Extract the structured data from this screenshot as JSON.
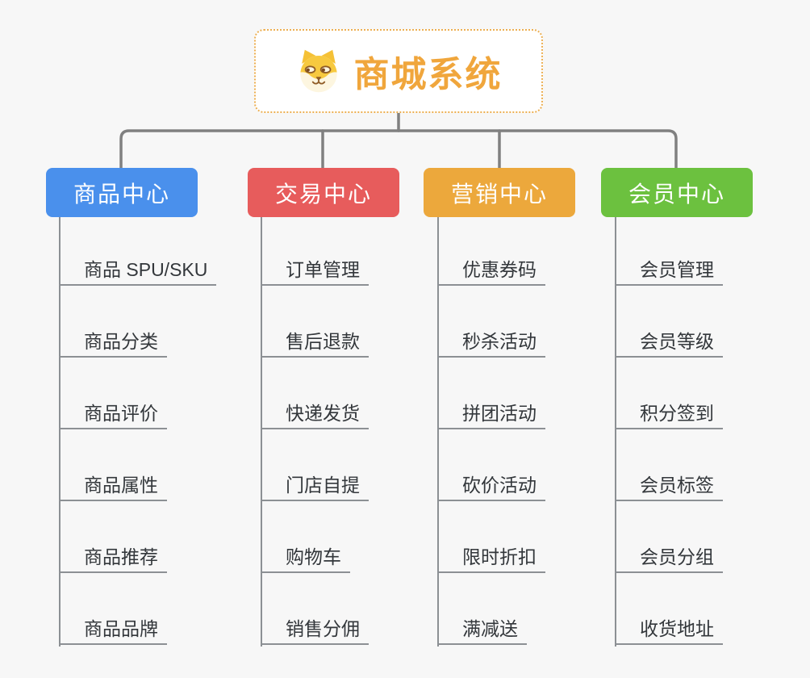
{
  "root": {
    "title": "商城系统",
    "icon": "dog-face-icon",
    "title_color": "#f0a63c",
    "border_color": "#ecaf52"
  },
  "connector_color": "#808080",
  "line_color": "#8c9094",
  "branches": [
    {
      "label": "商品中心",
      "color": "#4a90ec",
      "items": [
        "商品 SPU/SKU",
        "商品分类",
        "商品评价",
        "商品属性",
        "商品推荐",
        "商品品牌"
      ]
    },
    {
      "label": "交易中心",
      "color": "#e75c5c",
      "items": [
        "订单管理",
        "售后退款",
        "快递发货",
        "门店自提",
        "购物车",
        "销售分佣"
      ]
    },
    {
      "label": "营销中心",
      "color": "#ecA83c",
      "items": [
        "优惠券码",
        "秒杀活动",
        "拼团活动",
        "砍价活动",
        "限时折扣",
        "满减送"
      ]
    },
    {
      "label": "会员中心",
      "color": "#6cc13f",
      "items": [
        "会员管理",
        "会员等级",
        "积分签到",
        "会员标签",
        "会员分组",
        "收货地址"
      ]
    }
  ]
}
